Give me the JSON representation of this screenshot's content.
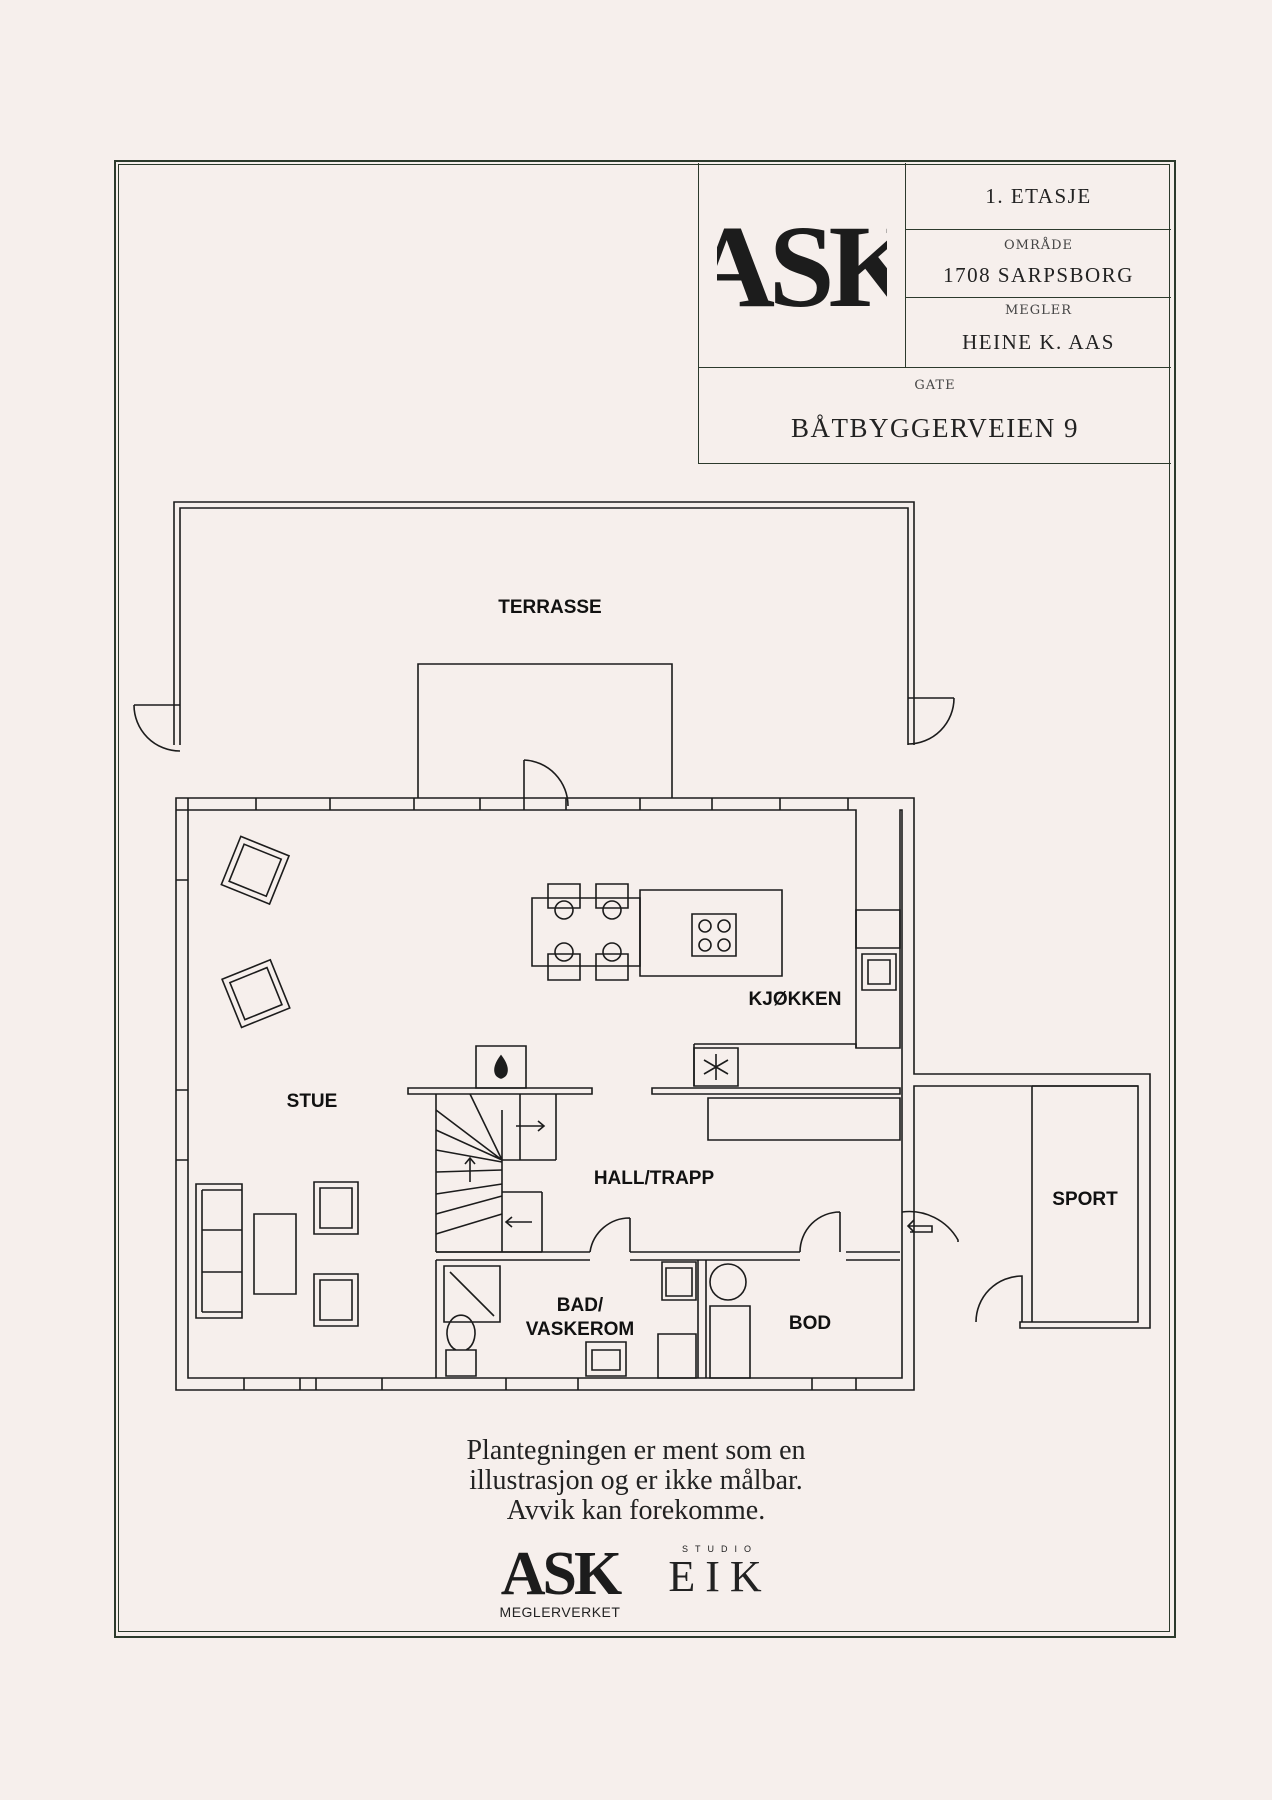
{
  "title_block": {
    "floor": "1. ETASJE",
    "area_label": "OMRÅDE",
    "area_value": "1708 SARPSBORG",
    "broker_label": "MEGLER",
    "broker_value": "HEINE K. AAS",
    "street_label": "GATE",
    "street_value": "BÅTBYGGERVEIEN 9",
    "logo_text": "ASK"
  },
  "rooms": {
    "terrasse": "TERRASSE",
    "kjokken": "KJØKKEN",
    "stue": "STUE",
    "hall": "HALL/TRAPP",
    "bad_line1": "BAD/",
    "bad_line2": "VASKEROM",
    "bod": "BOD",
    "sport": "SPORT"
  },
  "disclaimer": {
    "line1": "Plantegningen er ment som en",
    "line2": "illustrasjon og er ikke målbar.",
    "line3": "Avvik kan forekomme."
  },
  "brands": {
    "ask_logo": "ASK",
    "ask_sub": "MEGLERVERKET",
    "eik_top": "STUDIO",
    "eik_main": "EIK"
  },
  "icons": [
    "fireplace-icon",
    "cooktop-icon",
    "fridge-icon",
    "sink-icon",
    "dishwasher-icon",
    "entry-arrow-icon",
    "shower-icon",
    "toilet-icon"
  ]
}
